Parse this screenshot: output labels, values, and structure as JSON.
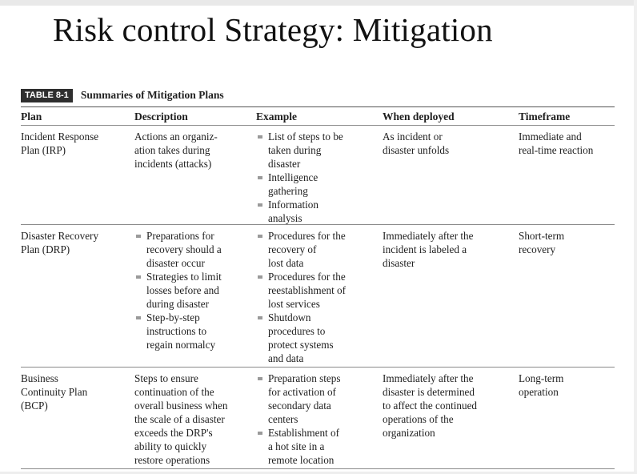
{
  "slide": {
    "title": "Risk control Strategy: Mitigation"
  },
  "caption": {
    "badge": "TABLE 8-1",
    "text": "Summaries of Mitigation Plans"
  },
  "table": {
    "headers": {
      "plan": "Plan",
      "description": "Description",
      "example": "Example",
      "when": "When deployed",
      "timeframe": "Timeframe"
    },
    "rows": [
      {
        "plan": [
          "Incident Response",
          "Plan (IRP)"
        ],
        "description": [
          "Actions an organiz-",
          "ation takes during",
          "incidents (attacks)"
        ],
        "example": [
          [
            "List of steps to be",
            "taken during",
            "disaster"
          ],
          [
            "Intelligence",
            "gathering"
          ],
          [
            "Information",
            "analysis"
          ]
        ],
        "when": [
          "As incident or",
          "disaster unfolds"
        ],
        "timeframe": [
          "Immediate and",
          "real-time reaction"
        ]
      },
      {
        "plan": [
          "Disaster Recovery",
          "Plan (DRP)"
        ],
        "description": [
          [
            "Preparations for",
            "recovery should a",
            "disaster occur"
          ],
          [
            "Strategies to limit",
            "losses before and",
            "during disaster"
          ],
          [
            "Step-by-step",
            "instructions to",
            "regain normalcy"
          ]
        ],
        "example": [
          [
            "Procedures for the",
            "recovery of",
            "lost data"
          ],
          [
            "Procedures for the",
            "reestablishment of",
            "lost services"
          ],
          [
            "Shutdown",
            "procedures to",
            "protect systems",
            "and data"
          ]
        ],
        "when": [
          "Immediately after the",
          "incident is labeled a",
          "disaster"
        ],
        "timeframe": [
          "Short-term",
          "recovery"
        ]
      },
      {
        "plan": [
          "Business",
          "Continuity Plan",
          "(BCP)"
        ],
        "description": [
          "Steps to ensure",
          "continuation of the",
          "overall business when",
          "the scale of a disaster",
          "exceeds the DRP's",
          "ability to quickly",
          "restore operations"
        ],
        "example": [
          [
            "Preparation steps",
            "for activation of",
            "secondary data",
            "centers"
          ],
          [
            "Establishment of",
            "a hot site in a",
            "remote location"
          ]
        ],
        "when": [
          "Immediately after the",
          "disaster is determined",
          "to affect the continued",
          "operations of the",
          "organization"
        ],
        "timeframe": [
          "Long-term",
          "operation"
        ]
      }
    ]
  }
}
